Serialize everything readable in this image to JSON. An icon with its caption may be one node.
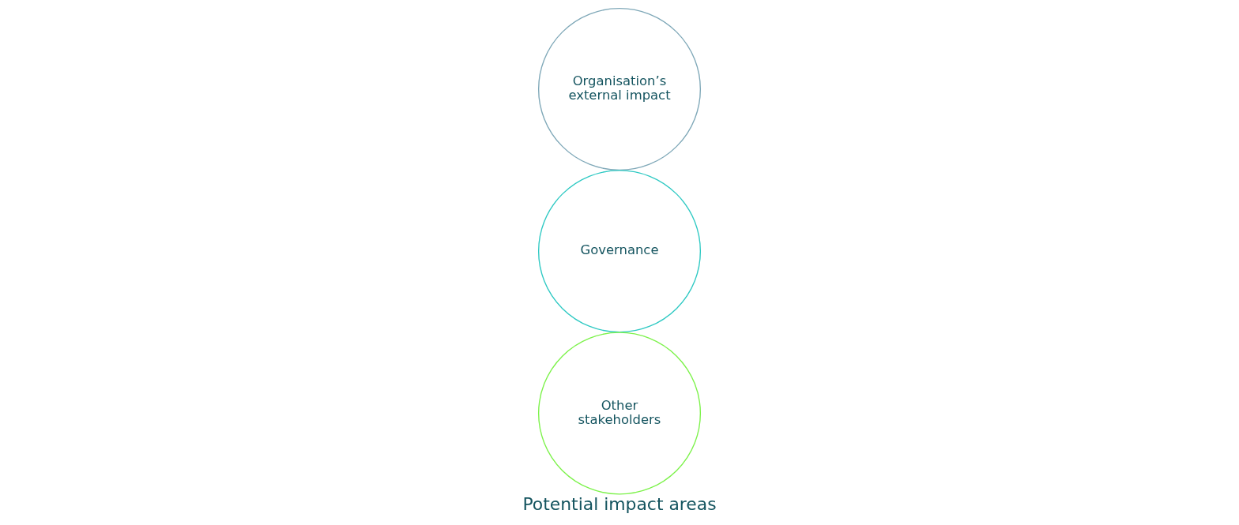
{
  "diagram": {
    "title": "Potential impact areas",
    "nodes": [
      {
        "text": [
          "Organisation’s external impact"
        ]
      },
      {
        "text": [
          "Governance"
        ]
      },
      {
        "text": [
          "Other stakeholders"
        ]
      }
    ]
  }
}
